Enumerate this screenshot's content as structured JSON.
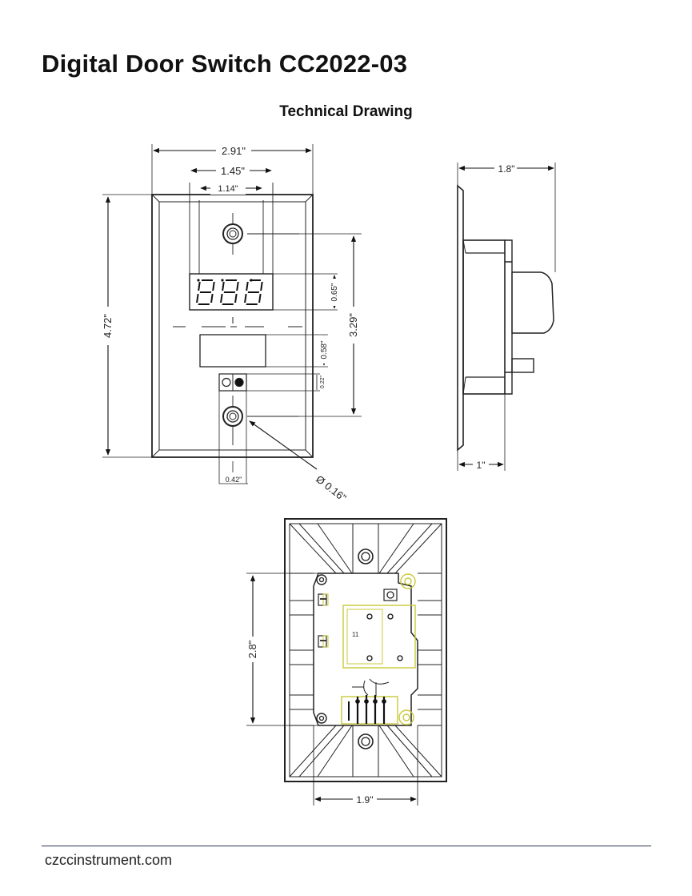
{
  "title": "Digital Door Switch CC2022-03",
  "subtitle": "Technical Drawing",
  "footer": "czccinstrument.com",
  "dimensions": {
    "overall_width": "2.91\"",
    "display_outer_width": "1.45\"",
    "display_inner_width": "1.14\"",
    "overall_height": "4.72\"",
    "hole_spacing": "3.29\"",
    "display_height": "0.65\"",
    "keypad_height": "0.58\"",
    "led_height": "0.22\"",
    "led_offset": "0.42\"",
    "hole_diameter": "Ø 0.16\"",
    "side_depth": "1.8\"",
    "side_body": "1\"",
    "back_height": "2.8\"",
    "back_width": "1.9\""
  },
  "display_readout": "888",
  "pcb_marking": "11"
}
